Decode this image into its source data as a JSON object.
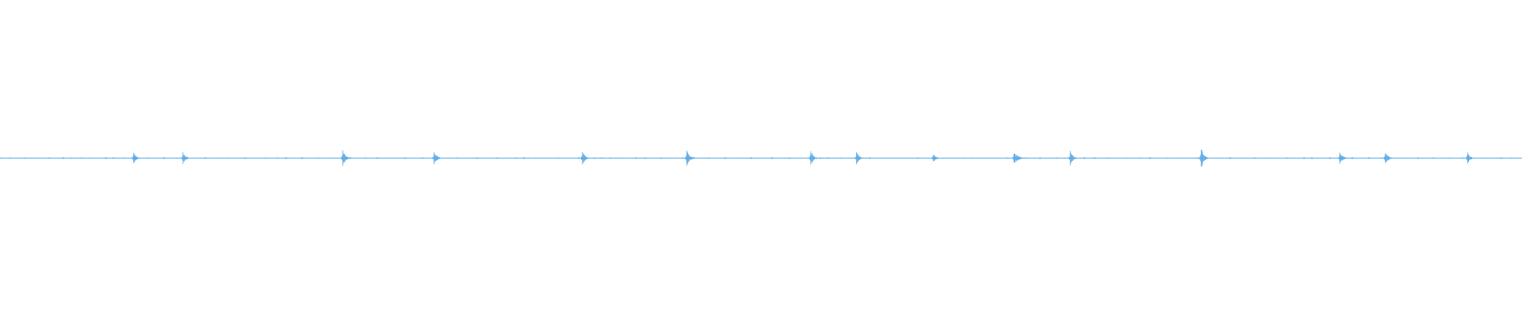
{
  "waveform": {
    "color": "#5aa9e6",
    "background": "#ffffff",
    "baseline": 0.0,
    "duration_fraction_axis": [
      0,
      1
    ],
    "bursts": [
      {
        "t": 0.0875,
        "amp": 0.055,
        "len": 0.004
      },
      {
        "t": 0.12,
        "amp": 0.05,
        "len": 0.0045
      },
      {
        "t": 0.225,
        "amp": 0.065,
        "len": 0.005
      },
      {
        "t": 0.285,
        "amp": 0.045,
        "len": 0.006
      },
      {
        "t": 0.3825,
        "amp": 0.06,
        "len": 0.0045
      },
      {
        "t": 0.451,
        "amp": 0.055,
        "len": 0.006
      },
      {
        "t": 0.5325,
        "amp": 0.065,
        "len": 0.0035
      },
      {
        "t": 0.5625,
        "amp": 0.05,
        "len": 0.005
      },
      {
        "t": 0.613,
        "amp": 0.04,
        "len": 0.0045
      },
      {
        "t": 0.666,
        "amp": 0.05,
        "len": 0.007
      },
      {
        "t": 0.703,
        "amp": 0.065,
        "len": 0.003
      },
      {
        "t": 0.789,
        "amp": 0.08,
        "len": 0.0045
      },
      {
        "t": 0.88,
        "amp": 0.04,
        "len": 0.006
      },
      {
        "t": 0.91,
        "amp": 0.055,
        "len": 0.005
      },
      {
        "t": 0.964,
        "amp": 0.05,
        "len": 0.003
      }
    ]
  }
}
